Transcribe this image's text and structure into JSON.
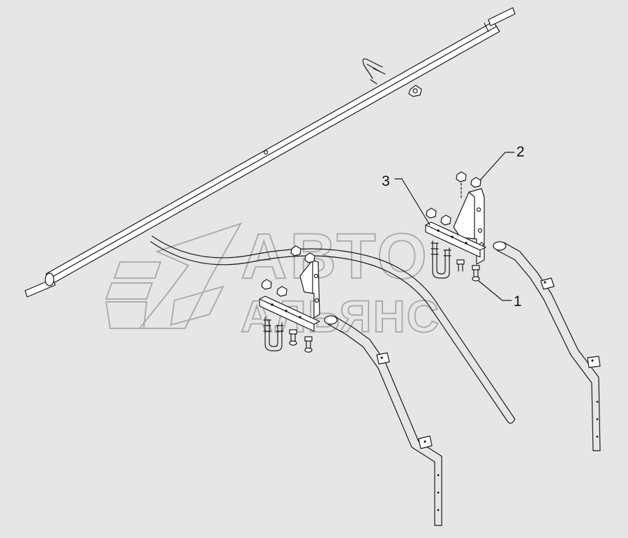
{
  "callouts": [
    {
      "id": "1",
      "label": "1"
    },
    {
      "id": "2",
      "label": "2"
    },
    {
      "id": "3",
      "label": "3"
    }
  ],
  "watermark": {
    "line1": "АВТО",
    "line2": "АЛЬЯНС"
  },
  "colors": {
    "background": "#e6e6e6",
    "line": "#1a1a1a",
    "part_fill": "#ffffff",
    "watermark": "#9a9a9a"
  }
}
